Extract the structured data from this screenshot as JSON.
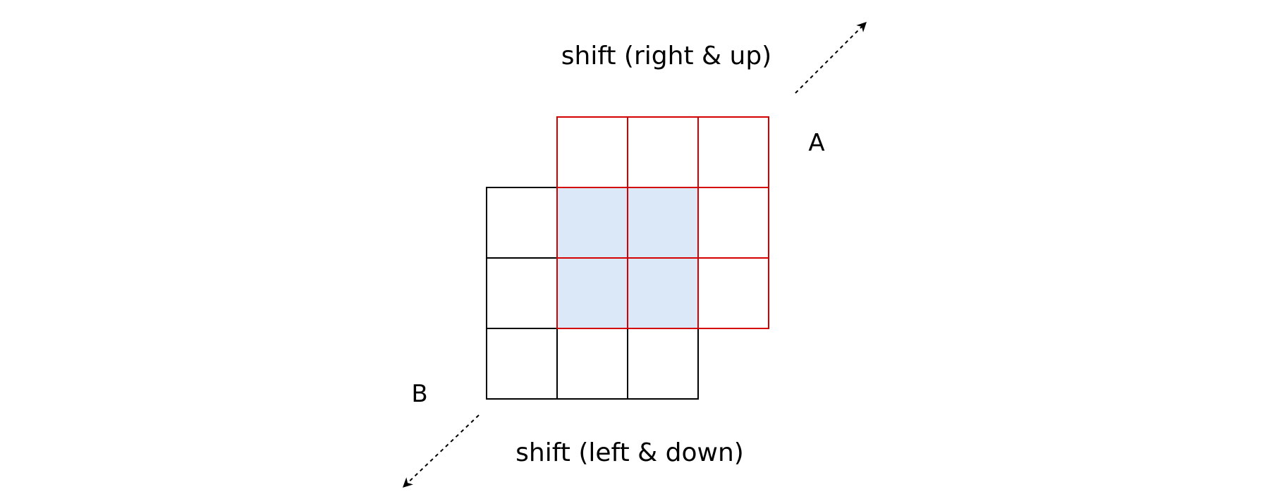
{
  "labels": {
    "shift_top": "shift (right & up)",
    "shift_bottom": "shift (left & down)",
    "grid_a": "A",
    "grid_b": "B"
  },
  "colors": {
    "grid_a_stroke": "#d40000",
    "grid_b_stroke": "#000000",
    "overlap_fill": "#dae8f7",
    "arrow": "#000000",
    "text": "#000000"
  },
  "grids": {
    "rows": 3,
    "cols": 3
  }
}
